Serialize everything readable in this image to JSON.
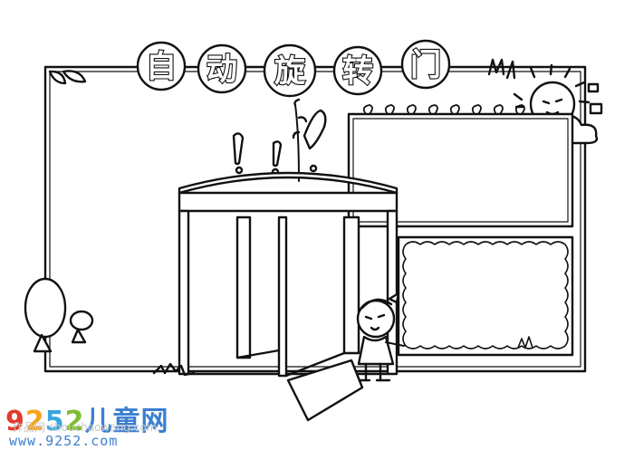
{
  "title": {
    "chars": [
      "自",
      "动",
      "旋",
      "转",
      "门"
    ]
  },
  "watermark": {
    "digits": [
      "9",
      "2",
      "5",
      "2"
    ],
    "cn": "儿童网",
    "sub": "作品网 shouchaowang.com",
    "url": "www.9252.com",
    "colors": [
      "#e23b2e",
      "#f6a21b",
      "#3aa3e0",
      "#7cbd2f"
    ]
  }
}
